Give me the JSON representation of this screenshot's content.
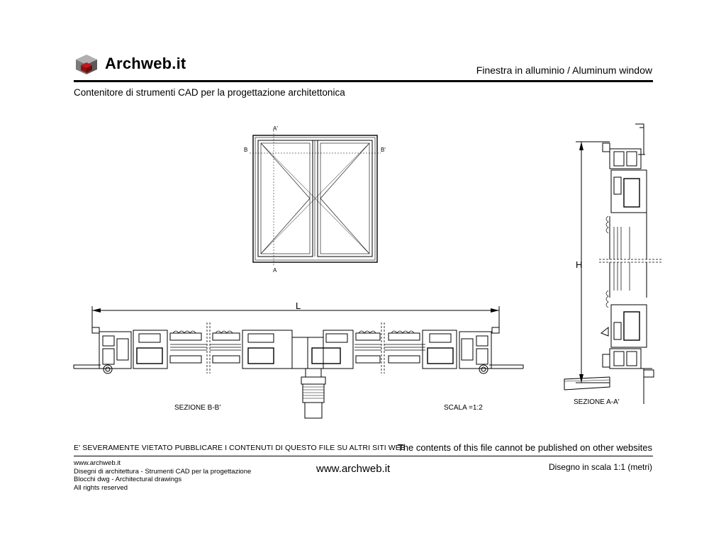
{
  "header": {
    "brand": "Archweb.it",
    "title": "Finestra in alluminio  /  Aluminum window",
    "subtitle": "Contenitore di strumenti CAD per la progettazione architettonica"
  },
  "drawing": {
    "elevation_labels": {
      "top": "A'",
      "bottom": "A",
      "left": "B",
      "right": "B'"
    },
    "dim_width": "L",
    "dim_height": "H",
    "section_bb": "SEZIONE B-B'",
    "scale": "SCALA =1:2",
    "section_aa": "SEZIONE A-A'"
  },
  "footer": {
    "disclaimer_it": "E' SEVERAMENTE VIETATO PUBBLICARE I CONTENUTI DI QUESTO FILE SU ALTRI SITI WEB",
    "disclaimer_en": "The contents of this file cannot be published on other websites",
    "lines": [
      "www.archweb.it",
      "Disegni di architettura - Strumenti CAD  per la progettazione",
      "Blocchi dwg - Architectural drawings",
      "All rights reserved"
    ],
    "website": "www.archweb.it",
    "scale_note": "Disegno in scala 1:1 (metri)"
  },
  "colors": {
    "logo_red": "#c4161c",
    "logo_gray": "#8a8a8a",
    "line": "#000000"
  }
}
